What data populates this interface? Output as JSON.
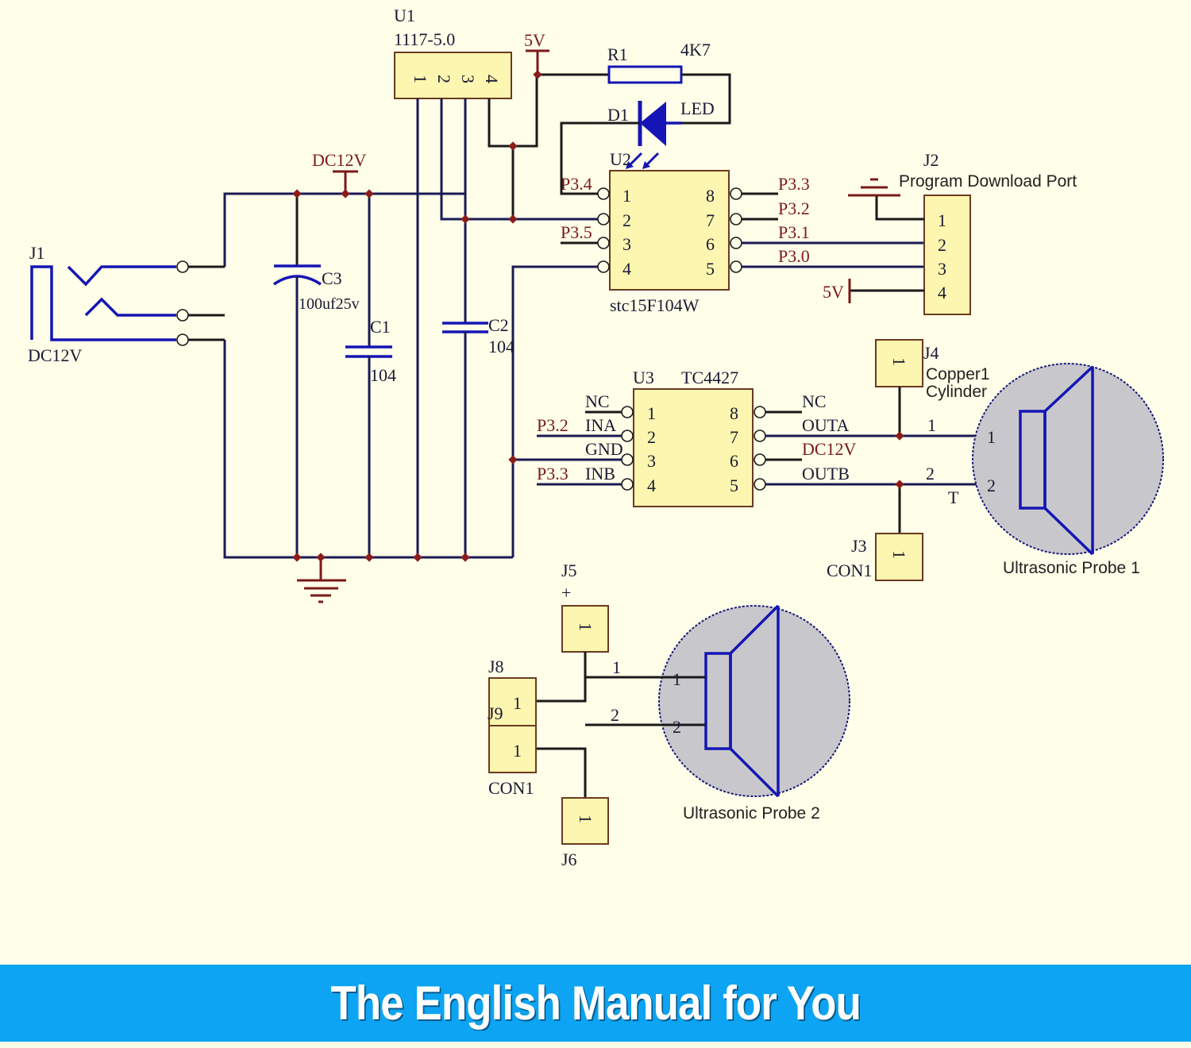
{
  "schematic": {
    "regulator": {
      "ref": "U1",
      "part": "1117-5.0",
      "pins": [
        "1",
        "2",
        "3",
        "4"
      ]
    },
    "power_labels": {
      "five_v_top": "5V",
      "dc12v_rail": "DC12V",
      "five_v_j2": "5V",
      "dc12v_u3": "DC12V"
    },
    "resistor": {
      "ref": "R1",
      "value": "4K7"
    },
    "led": {
      "ref": "D1",
      "value": "LED"
    },
    "mcu": {
      "ref": "U2",
      "part": "stc15F104W",
      "left_pins": [
        "1",
        "2",
        "3",
        "4"
      ],
      "right_pins": [
        "8",
        "7",
        "6",
        "5"
      ],
      "left_nets": [
        "P3.4",
        "",
        "P3.5",
        ""
      ],
      "right_nets": [
        "P3.3",
        "P3.2",
        "P3.1",
        "P3.0"
      ]
    },
    "program_port": {
      "ref": "J2",
      "name": "Program Download Port",
      "pins": [
        "1",
        "2",
        "3",
        "4"
      ]
    },
    "dc_jack": {
      "ref": "J1",
      "label": "DC12V"
    },
    "capacitors": [
      {
        "ref": "C3",
        "value": "100uf25v"
      },
      {
        "ref": "C1",
        "value": "104"
      },
      {
        "ref": "C2",
        "value": "104"
      }
    ],
    "driver": {
      "ref": "U3",
      "part": "TC4427",
      "left_pins": [
        "1",
        "2",
        "3",
        "4"
      ],
      "right_pins": [
        "8",
        "7",
        "6",
        "5"
      ],
      "left_names": [
        "NC",
        "INA",
        "GND",
        "INB"
      ],
      "right_names": [
        "NC",
        "OUTA",
        "DC12V",
        "OUTB"
      ],
      "left_nets": [
        "",
        "P3.2",
        "",
        "P3.3"
      ]
    },
    "probe1": {
      "label": "Ultrasonic Probe 1",
      "pin1": "1",
      "pin2": "2",
      "wire1": "1",
      "wire2": "2",
      "t_label": "T",
      "j4": {
        "ref": "J4",
        "desc1": "Copper1",
        "desc2": "Cylinder",
        "pin": "1"
      },
      "j3": {
        "ref": "J3",
        "desc": "CON1",
        "pin": "1"
      }
    },
    "probe2": {
      "label": "Ultrasonic Probe 2",
      "pin1": "1",
      "pin2": "2",
      "wire1": "1",
      "wire2": "2",
      "j5": {
        "ref": "J5",
        "polarity": "+",
        "pin": "1"
      },
      "j6": {
        "ref": "J6",
        "pin": "1"
      },
      "j8": {
        "ref": "J8",
        "pin": "1"
      },
      "j9": {
        "ref": "J9",
        "pin": "1",
        "desc": "CON1"
      }
    }
  },
  "banner": {
    "title": "The English Manual for You",
    "color": "#0da4f3"
  }
}
